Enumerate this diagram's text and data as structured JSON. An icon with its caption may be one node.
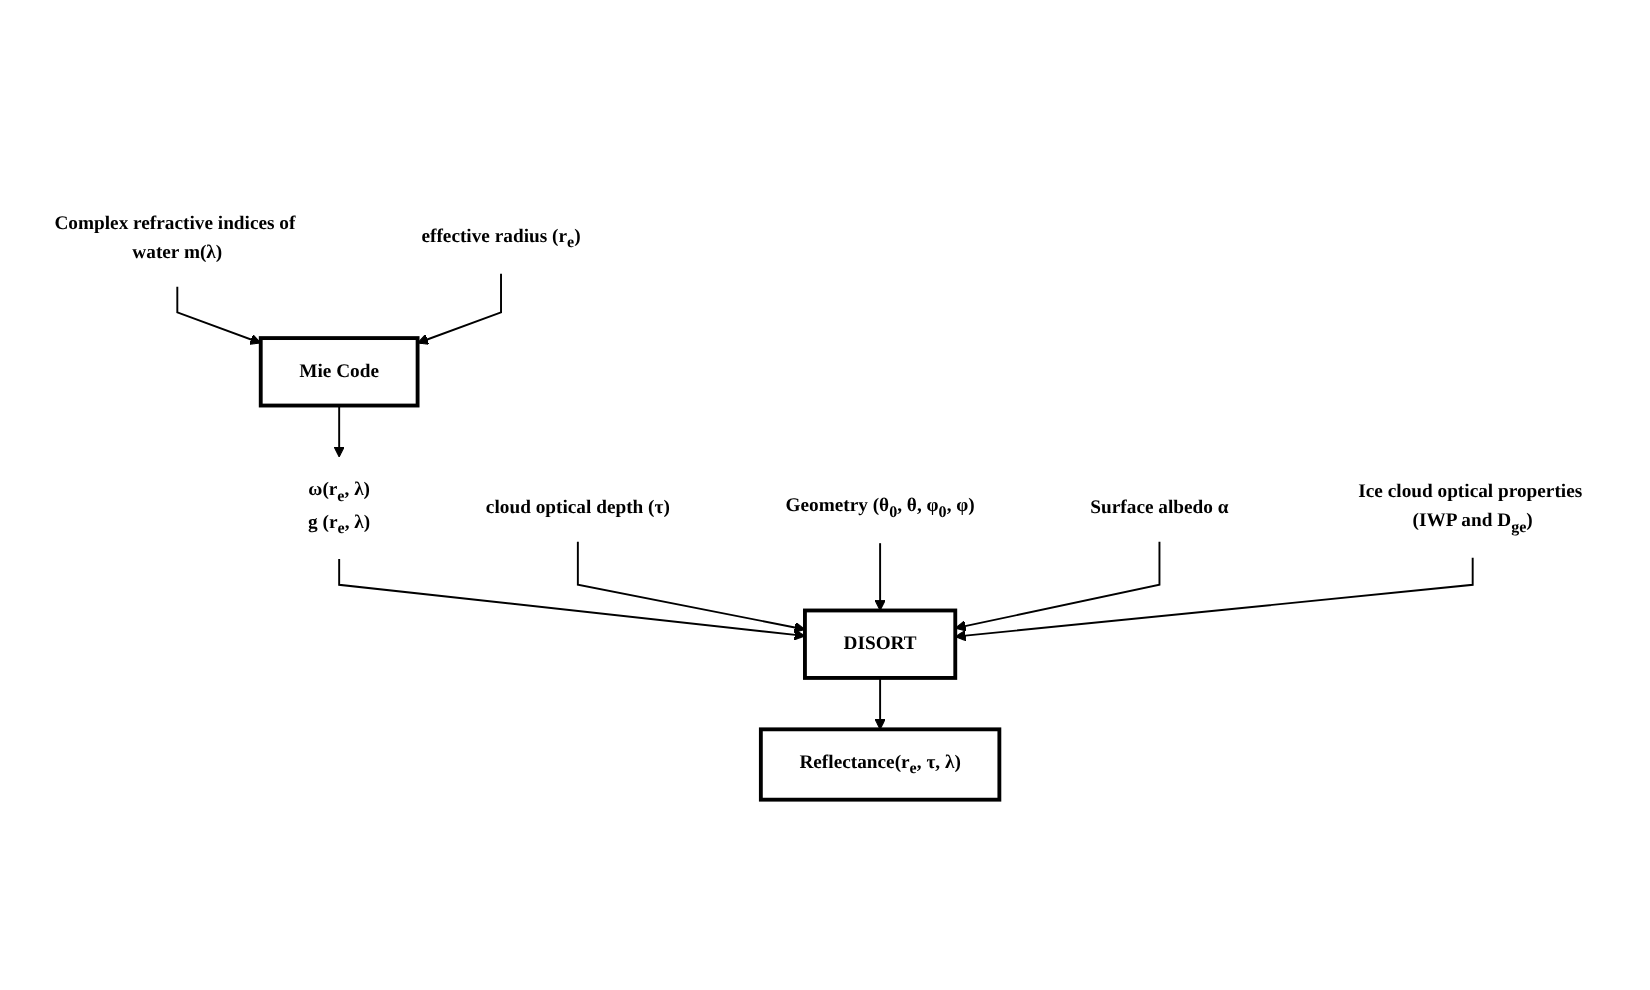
{
  "diagram": {
    "nodes": [
      {
        "text": [
          "Complex refractive indices of water m(λ)"
        ]
      },
      {
        "text": [
          "effective radius (r$_{e}$)"
        ]
      },
      {
        "text": [
          "Mie Code"
        ]
      },
      {
        "text": [
          "ω(r$_{e}$, λ)",
          "g (r$_{e}$, λ)"
        ]
      },
      {
        "text": [
          "cloud optical depth (τ)"
        ]
      },
      {
        "text": [
          "Geometry (θ$_{0}$, θ, φ$_{0}$, φ)"
        ]
      },
      {
        "text": [
          "DISORT"
        ]
      },
      {
        "text": [
          "Surface albedo α"
        ]
      },
      {
        "text": [
          "Ice cloud optical properties (IWP and D$_{ge}$)"
        ]
      },
      {
        "text": [
          "Reflectance(r$_{e}$, τ, λ)"
        ]
      }
    ],
    "edges": [
      {
        "from": 0,
        "to": 2,
        "arrow": "to"
      },
      {
        "from": 1,
        "to": 2,
        "arrow": "to"
      },
      {
        "from": 2,
        "to": 3,
        "arrow": "to"
      },
      {
        "from": 3,
        "to": 6,
        "arrow": "to"
      },
      {
        "from": 4,
        "to": 6,
        "arrow": "to"
      },
      {
        "from": 5,
        "to": 6,
        "arrow": "to"
      },
      {
        "from": 7,
        "to": 6,
        "arrow": "to"
      },
      {
        "from": 8,
        "to": 6,
        "arrow": "to"
      },
      {
        "from": 6,
        "to": 9,
        "arrow": "to"
      }
    ]
  }
}
